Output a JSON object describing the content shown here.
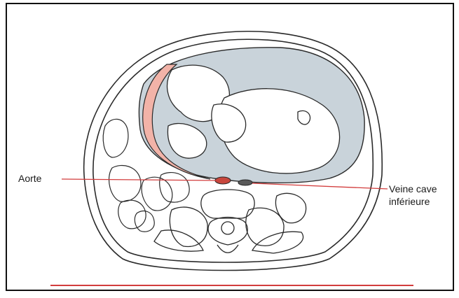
{
  "labels": {
    "aorta": "Aorte",
    "ivc_line1": "Veine cave",
    "ivc_line2": "inférieure"
  },
  "colors": {
    "outline": "#2a2a2a",
    "leader_line": "#d23c3c",
    "uterus_wall": "#f2b3a8",
    "amniotic_fluid": "#c9d3da",
    "vessel_fill": "#c8473d",
    "background": "#ffffff"
  }
}
